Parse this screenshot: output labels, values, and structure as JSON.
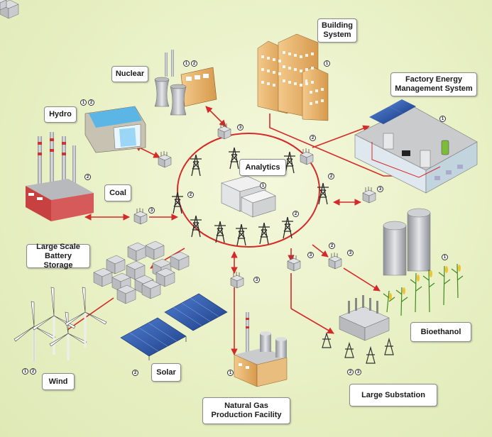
{
  "colors": {
    "link": "#d42a2a",
    "accent": "#7dbb3a",
    "background": "#e8f0c4"
  },
  "labels": {
    "nuclear": "Nuclear",
    "building_system": "Building\nSystem",
    "hydro": "Hydro",
    "factory": "Factory Energy\nManagement System",
    "analytics": "Analytics",
    "coal": "Coal",
    "battery": "Large Scale\nBattery Storage",
    "wind": "Wind",
    "solar": "Solar",
    "bioethanol": "Bioethanol",
    "substation": "Large Substation",
    "natural_gas": "Natural Gas\nProduction Facility"
  },
  "badges": {
    "one": "1",
    "two": "2",
    "three": "3"
  },
  "icons": [
    "nuclear-plant-icon",
    "hydro-dam-icon",
    "coal-plant-icon",
    "office-building-icon",
    "factory-icon",
    "data-center-icon",
    "battery-storage-icon",
    "wind-turbine-icon",
    "solar-panel-icon",
    "bioethanol-silo-icon",
    "substation-icon",
    "gas-facility-icon",
    "transmission-tower-icon",
    "transformer-icon"
  ]
}
